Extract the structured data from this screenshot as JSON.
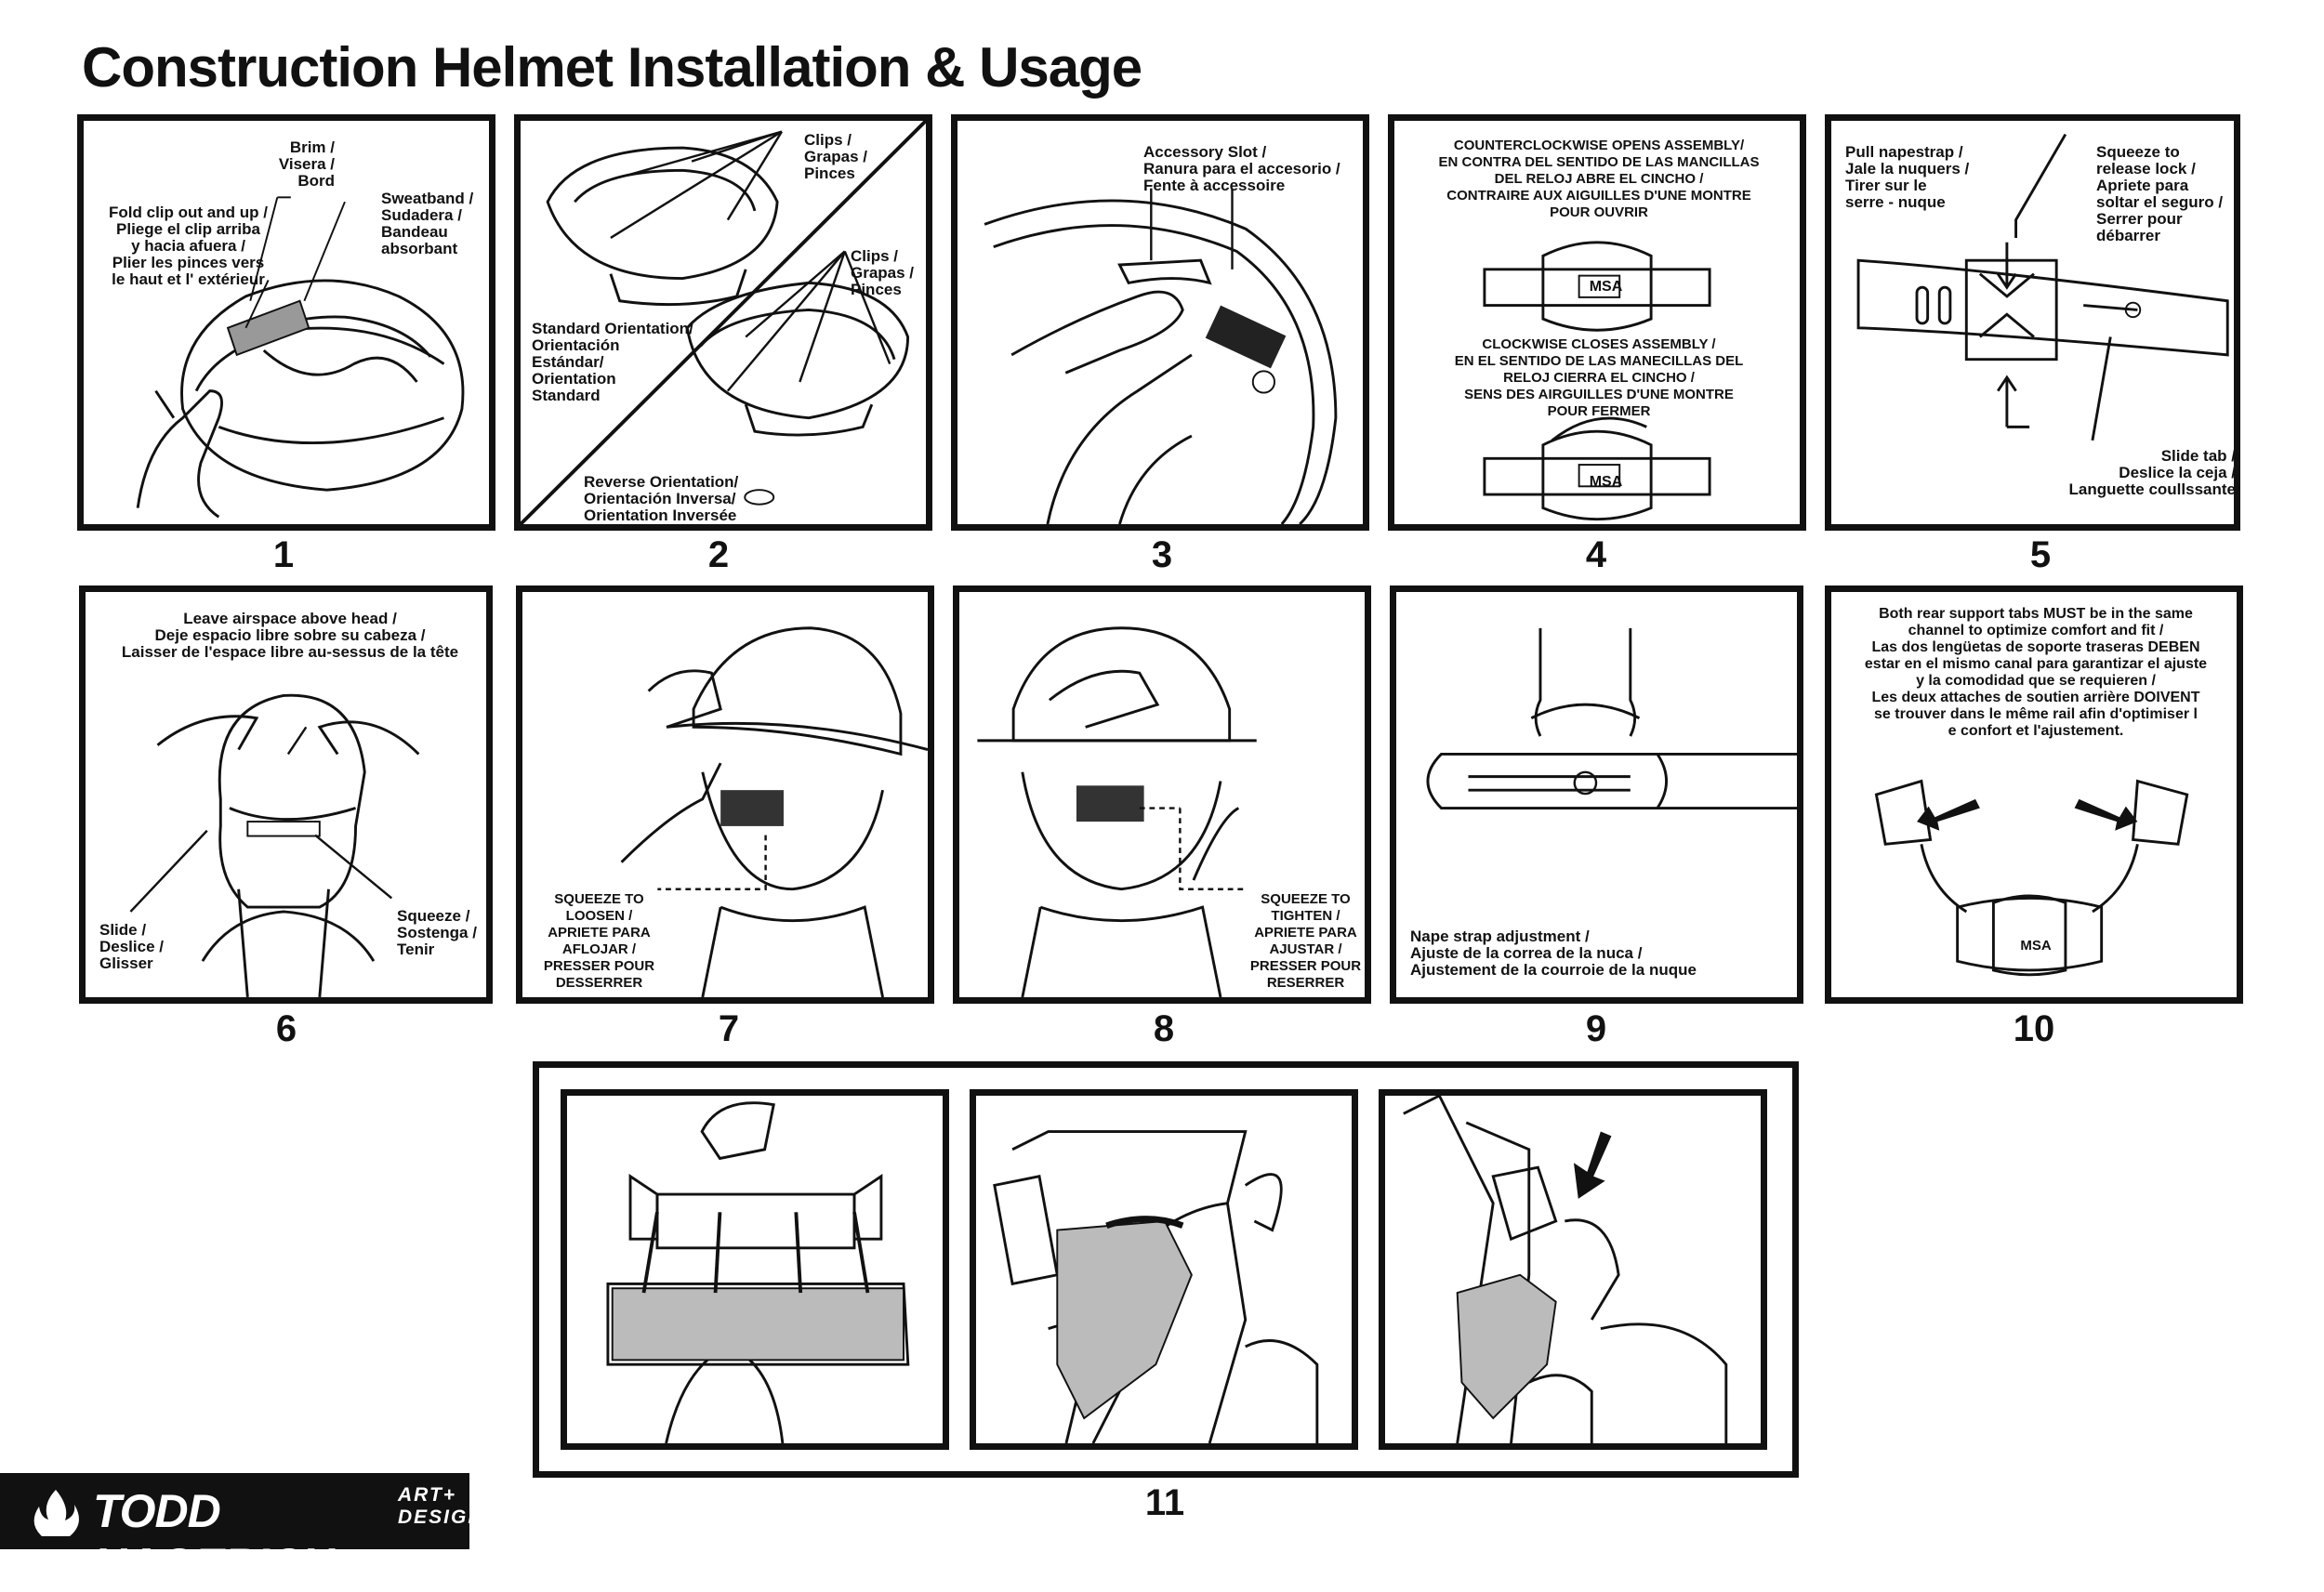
{
  "title": "Construction Helmet Installation & Usage",
  "panels": {
    "p1": {
      "number": "1",
      "brim": "Brim /\nVisera /\nBord",
      "fold": "Fold clip out and up /\nPliege el clip arriba\ny hacia afuera /\nPlier les pinces vers\nle haut et l' extérieur",
      "sweat": "Sweatband /\nSudadera /\nBandeau\nabsorbant"
    },
    "p2": {
      "number": "2",
      "clips1": "Clips /\nGrapas /\nPinces",
      "clips2": "Clips /\nGrapas /\nPinces",
      "standard": "Standard Orientation/\nOrientación\nEstándar/\nOrientation\nStandard",
      "reverse": "Reverse Orientation/\nOrientación Inversa/\nOrientation Inversée"
    },
    "p3": {
      "number": "3",
      "slot": "Accessory Slot /\nRanura para el accesorio /\nFente à accessoire"
    },
    "p4": {
      "number": "4",
      "open": "COUNTERCLOCKWISE OPENS  ASSEMBLY/\nEN CONTRA DEL SENTIDO DE LAS MANCILLAS\nDEL RELOJ ABRE EL CINCHO /\nCONTRAIRE AUX AIGUILLES D'UNE MONTRE\nPOUR OUVRIR",
      "close": "CLOCKWISE CLOSES ASSEMBLY /\nEN EL SENTIDO DE LAS MANECILLAS DEL\nRELOJ CIERRA EL CINCHO /\nSENS DES AIRGUILLES D'UNE MONTRE\nPOUR FERMER",
      "brand": "MSA"
    },
    "p5": {
      "number": "5",
      "pull": "Pull napestrap /\nJale la nuquers /\nTirer sur le\nserre - nuque",
      "squeeze": "Squeeze to\nrelease lock /\nApriete para\nsoltar el seguro /\nSerrer pour\ndébarrer",
      "slide": "Slide tab /\nDeslice la ceja /\nLanguette coullssante"
    },
    "p6": {
      "number": "6",
      "airspace": "Leave airspace above head /\nDeje espacio libre sobre su cabeza /\nLaisser de l'espace libre au-sessus de la tête",
      "slide": "Slide /\nDeslice /\nGlisser",
      "squeeze": "Squeeze /\nSostenga /\nTenir"
    },
    "p7": {
      "number": "7",
      "loosen": "SQUEEZE TO\nLOOSEN /\nAPRIETE PARA\nAFLOJAR /\nPRESSER POUR\nDESSERRER"
    },
    "p8": {
      "number": "8",
      "tighten": "SQUEEZE TO\nTIGHTEN /\nAPRIETE PARA\nAJUSTAR /\nPRESSER POUR\nRESERRER"
    },
    "p9": {
      "number": "9",
      "nape": "Nape strap adjustment /\nAjuste de la correa de la nuca /\nAjustement de la courroie de la nuque"
    },
    "p10": {
      "number": "10",
      "tabs": "Both rear support tabs MUST be in the same\nchannel to optimize comfort and fit /\nLas dos lengüetas de soporte traseras DEBEN\nestar en el mismo canal para garantizar el ajuste\ny la comodidad que se requieren /\nLes deux attaches de soutien arrière DOIVENT\nse trouver dans le même rail afin d'optimiser l\ne confort et l'ajustement.",
      "brand": "MSA"
    },
    "p11": {
      "number": "11"
    }
  },
  "logo": {
    "name": "TODD HAGERICH",
    "line1": "ART+",
    "line2": "DESIGN"
  }
}
